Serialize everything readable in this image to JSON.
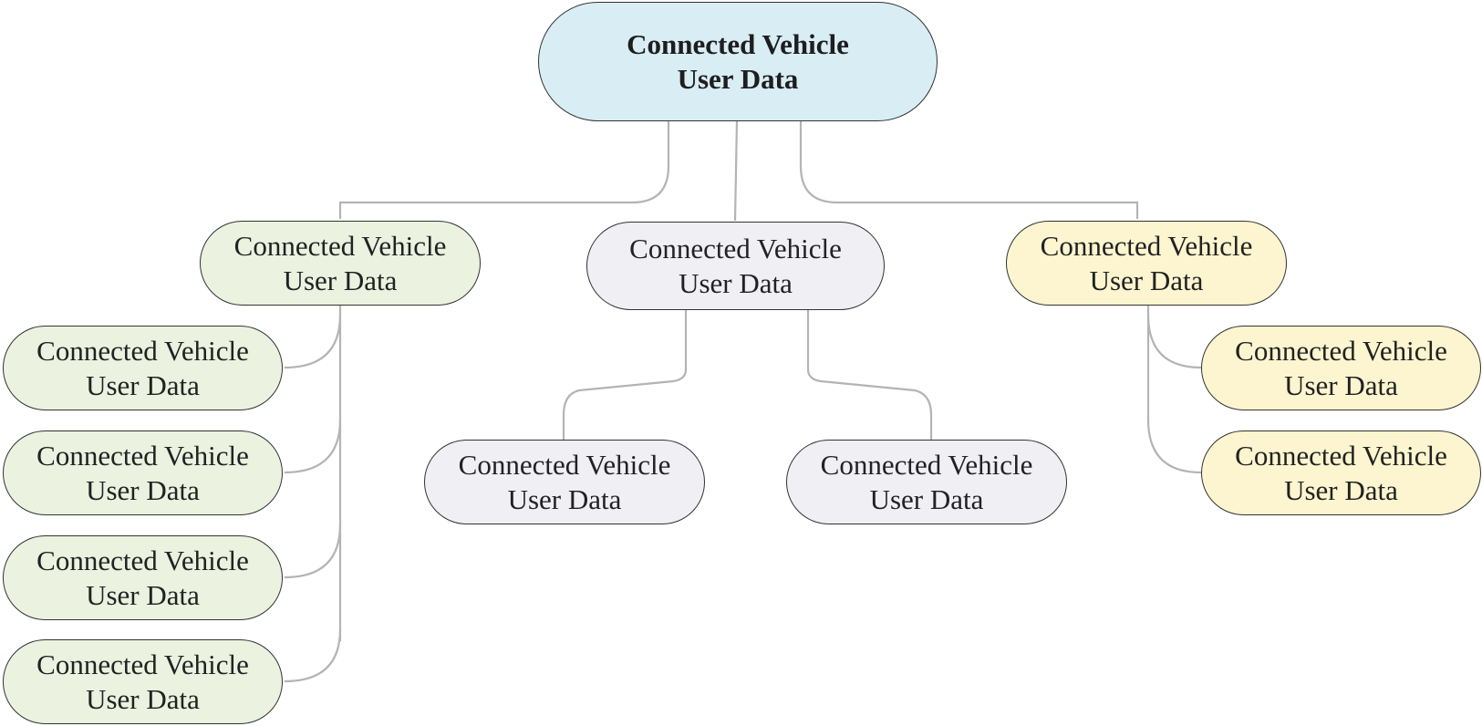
{
  "colors": {
    "root_fill": "#d9edf5",
    "green_fill": "#ebf2e0",
    "grey_fill": "#efeff4",
    "yellow_fill": "#fcf5cf",
    "connector": "#b4b4b4",
    "outline": "#333333"
  },
  "root": {
    "line1": "Connected Vehicle",
    "line2": "User Data"
  },
  "left_branch": {
    "parent": {
      "line1": "Connected Vehicle",
      "line2": "User Data"
    },
    "children": [
      {
        "line1": "Connected Vehicle",
        "line2": "User Data"
      },
      {
        "line1": "Connected Vehicle",
        "line2": "User Data"
      },
      {
        "line1": "Connected Vehicle",
        "line2": "User Data"
      },
      {
        "line1": "Connected Vehicle",
        "line2": "User Data"
      }
    ]
  },
  "middle_branch": {
    "parent": {
      "line1": "Connected Vehicle",
      "line2": "User Data"
    },
    "children": [
      {
        "line1": "Connected Vehicle",
        "line2": "User Data"
      },
      {
        "line1": "Connected Vehicle",
        "line2": "User Data"
      }
    ]
  },
  "right_branch": {
    "parent": {
      "line1": "Connected Vehicle",
      "line2": "User Data"
    },
    "children": [
      {
        "line1": "Connected Vehicle",
        "line2": "User Data"
      },
      {
        "line1": "Connected Vehicle",
        "line2": "User Data"
      }
    ]
  }
}
